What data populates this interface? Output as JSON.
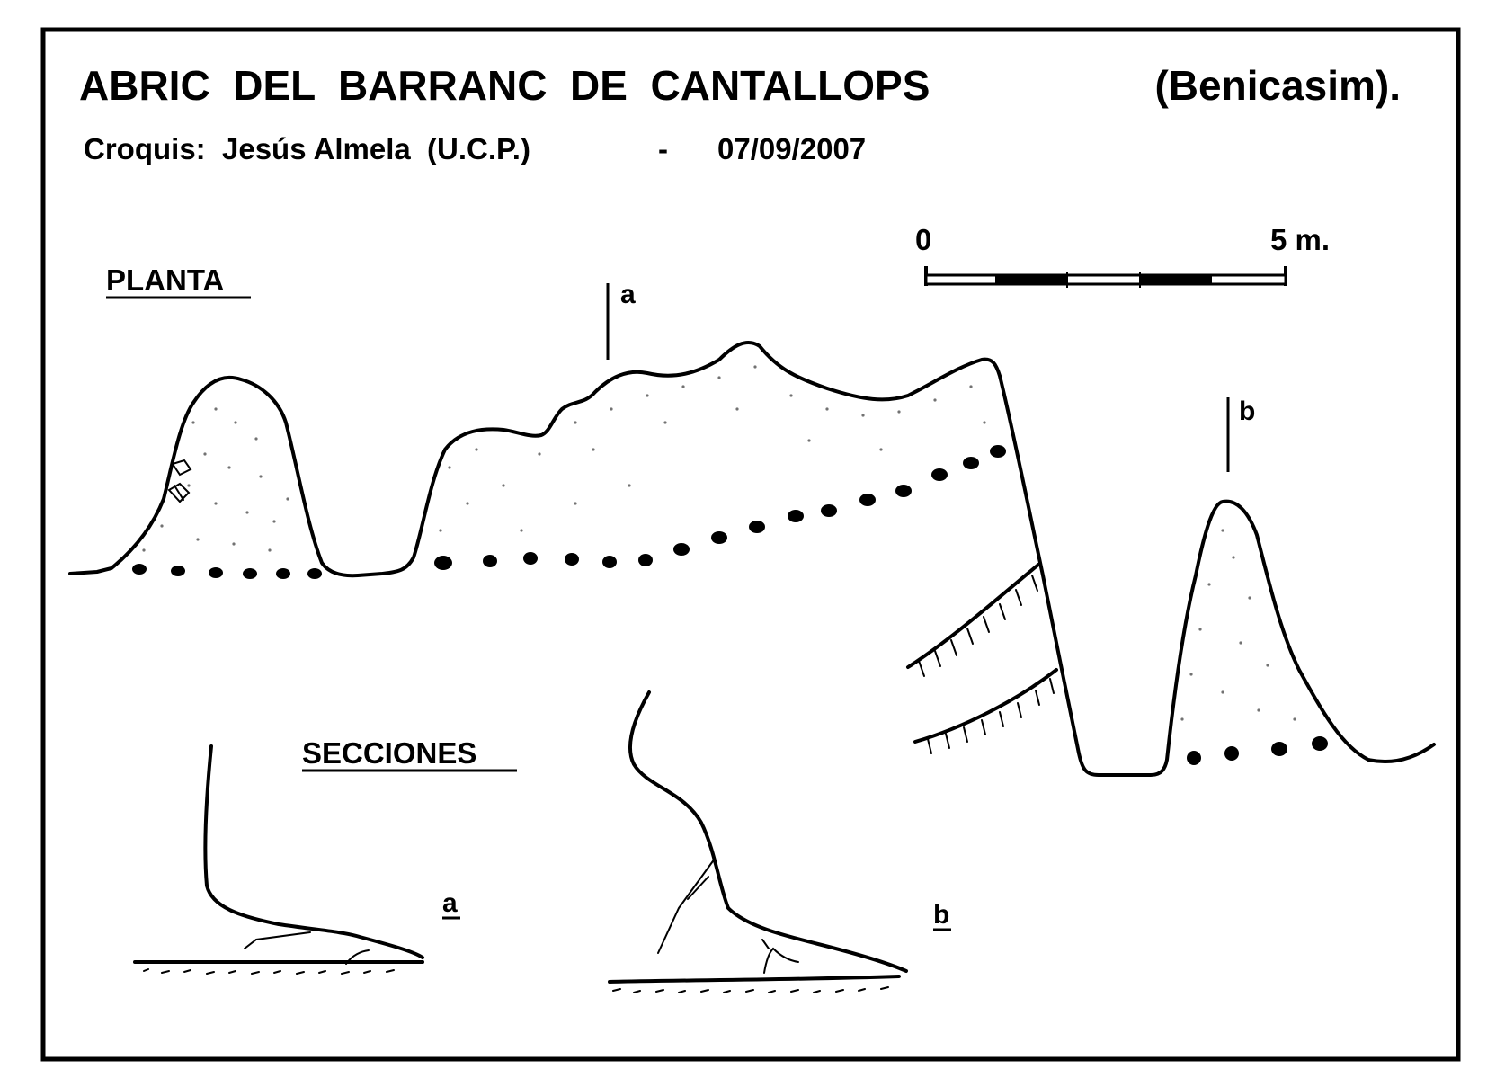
{
  "header": {
    "title": "ABRIC  DEL  BARRANC  DE  CANTALLOPS",
    "location": "(Benicasim).",
    "credit": "Croquis:  Jesús Almela  (U.C.P.)",
    "separator": "-",
    "date": "07/09/2007"
  },
  "scale_bar": {
    "start_label": "0",
    "end_label": "5 m."
  },
  "plan": {
    "heading": "PLANTA",
    "section_mark_a": "a",
    "section_mark_b": "b"
  },
  "sections": {
    "heading": "SECCIONES",
    "label_a": "a",
    "label_b": "b"
  }
}
